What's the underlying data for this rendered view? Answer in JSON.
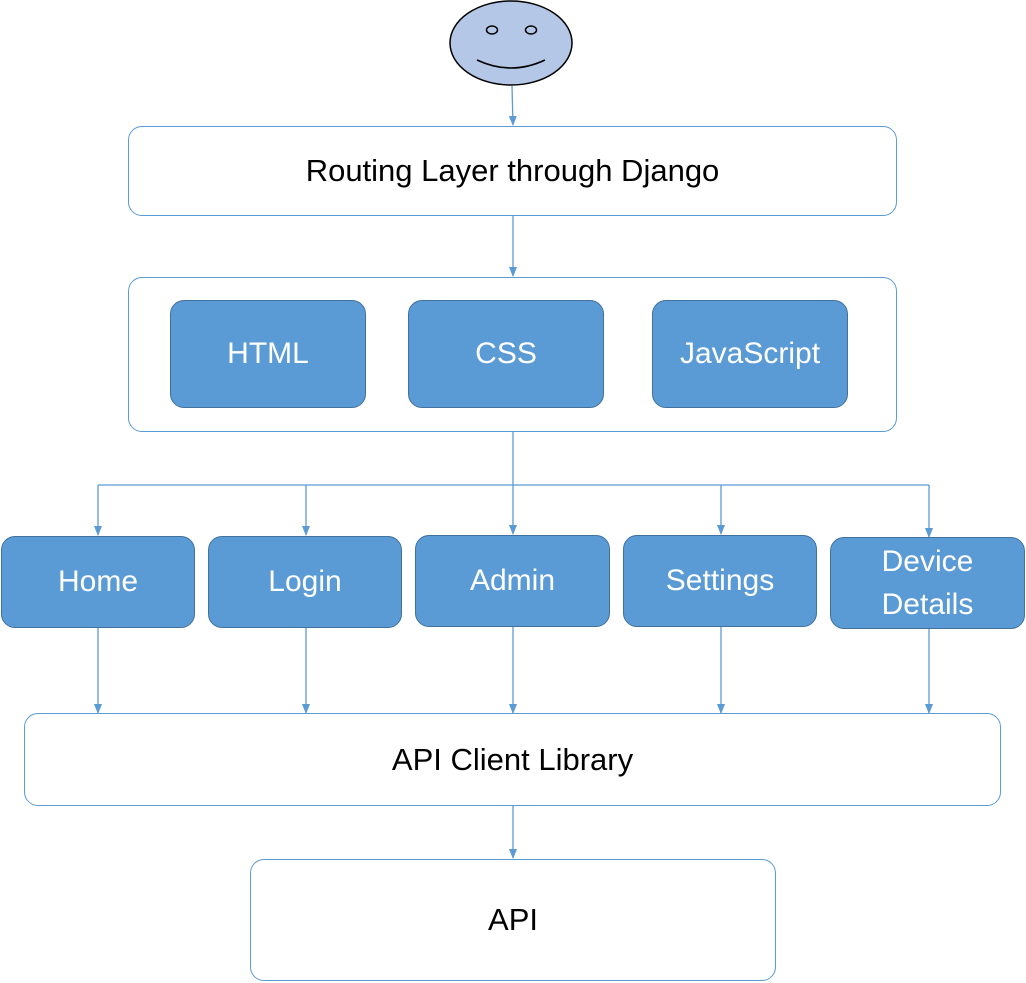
{
  "diagram": {
    "user_icon": "smiley-face-icon",
    "routing_layer": {
      "label": "Routing Layer through Django"
    },
    "frontend_technologies": [
      {
        "label": "HTML"
      },
      {
        "label": "CSS"
      },
      {
        "label": "JavaScript"
      }
    ],
    "pages": [
      {
        "label": "Home"
      },
      {
        "label": "Login"
      },
      {
        "label": "Admin"
      },
      {
        "label": "Settings"
      },
      {
        "label": "Device Details"
      }
    ],
    "api_client": {
      "label": "API Client Library"
    },
    "api": {
      "label": "API"
    }
  },
  "colors": {
    "accent_fill": "#5b9bd5",
    "accent_border": "#41719c",
    "face_fill": "#b4c7e7",
    "connector": "#5b9bd5"
  }
}
